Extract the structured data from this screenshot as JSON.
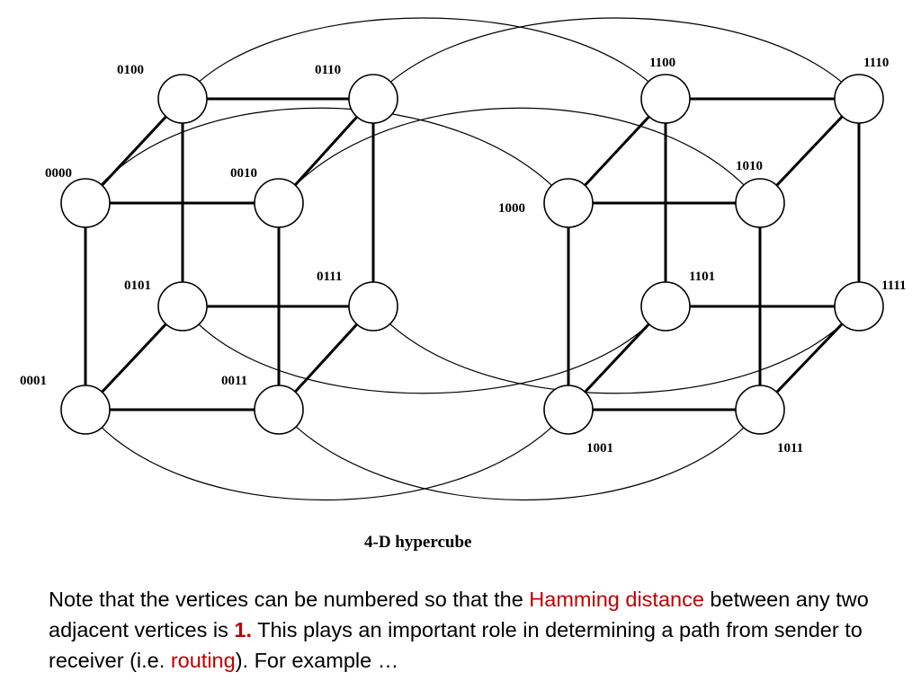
{
  "diagram": {
    "caption": "4-D hypercube",
    "vertices": [
      {
        "id": "0100",
        "label": "0100"
      },
      {
        "id": "0110",
        "label": "0110"
      },
      {
        "id": "0000",
        "label": "0000"
      },
      {
        "id": "0010",
        "label": "0010"
      },
      {
        "id": "0101",
        "label": "0101"
      },
      {
        "id": "0111",
        "label": "0111"
      },
      {
        "id": "0001",
        "label": "0001"
      },
      {
        "id": "0011",
        "label": "0011"
      },
      {
        "id": "1100",
        "label": "1100"
      },
      {
        "id": "1110",
        "label": "1110"
      },
      {
        "id": "1000",
        "label": "1000"
      },
      {
        "id": "1010",
        "label": "1010"
      },
      {
        "id": "1101",
        "label": "1101"
      },
      {
        "id": "1111",
        "label": "1111"
      },
      {
        "id": "1001",
        "label": "1001"
      },
      {
        "id": "1011",
        "label": "1011"
      }
    ]
  },
  "note": {
    "part1": "Note that the vertices can be numbered so that the ",
    "hamming": "Hamming distance",
    "part2": " between any two adjacent vertices is ",
    "one": "1.",
    "part3": " This plays an important role in determining a path from sender to receiver (i.e. ",
    "routing": "routing",
    "part4": "). For example …"
  }
}
